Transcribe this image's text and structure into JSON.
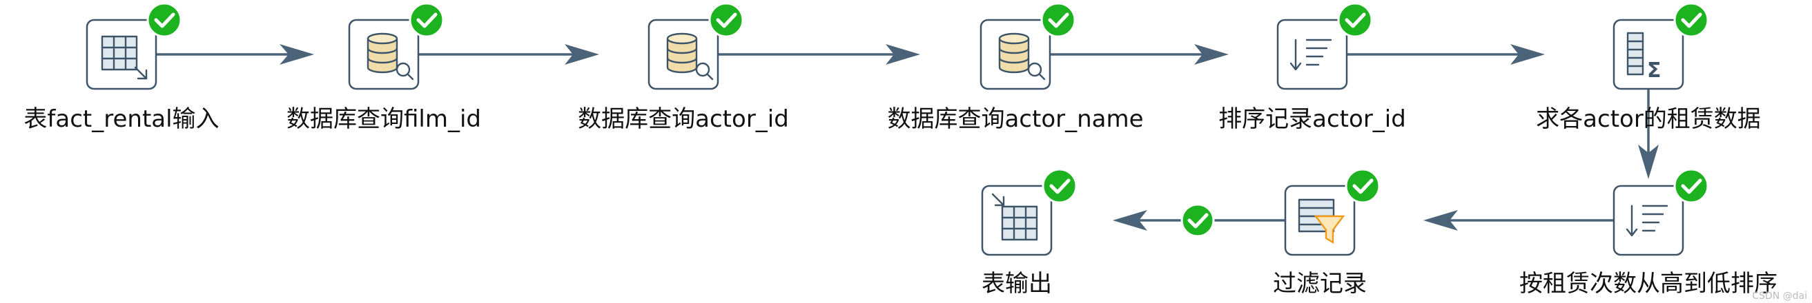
{
  "steps": [
    {
      "id": "table-input",
      "label": "表fact_rental输入",
      "icon": "table-input-icon",
      "status": "success"
    },
    {
      "id": "db-lookup-film",
      "label": "数据库查询film_id",
      "icon": "database-lookup-icon",
      "status": "success"
    },
    {
      "id": "db-lookup-actor",
      "label": "数据库查询actor_id",
      "icon": "database-lookup-icon",
      "status": "success"
    },
    {
      "id": "db-lookup-actor-name",
      "label": "数据库查询actor_name",
      "icon": "database-lookup-icon",
      "status": "success"
    },
    {
      "id": "sort-actor",
      "label": "排序记录actor_id",
      "icon": "sort-icon",
      "status": "success"
    },
    {
      "id": "group-by",
      "label": "求各actor的租赁数据",
      "icon": "group-by-sum-icon",
      "status": "success"
    },
    {
      "id": "sort-rental",
      "label": "按租赁次数从高到低排序",
      "icon": "sort-icon",
      "status": "success"
    },
    {
      "id": "filter",
      "label": "过滤记录",
      "icon": "filter-rows-icon",
      "status": "success"
    },
    {
      "id": "table-output",
      "label": "表输出",
      "icon": "table-output-icon",
      "status": "success"
    }
  ],
  "hops": [
    {
      "from": "table-input",
      "to": "db-lookup-film"
    },
    {
      "from": "db-lookup-film",
      "to": "db-lookup-actor"
    },
    {
      "from": "db-lookup-actor",
      "to": "db-lookup-actor-name"
    },
    {
      "from": "db-lookup-actor-name",
      "to": "sort-actor"
    },
    {
      "from": "sort-actor",
      "to": "group-by"
    },
    {
      "from": "group-by",
      "to": "sort-rental"
    },
    {
      "from": "sort-rental",
      "to": "filter"
    },
    {
      "from": "filter",
      "to": "table-output",
      "condition": "true-icon"
    }
  ],
  "watermark": "CSDN @dai",
  "colors": {
    "hop": "#4a6378",
    "step_border": "#3d5468",
    "success": "#1db320"
  }
}
